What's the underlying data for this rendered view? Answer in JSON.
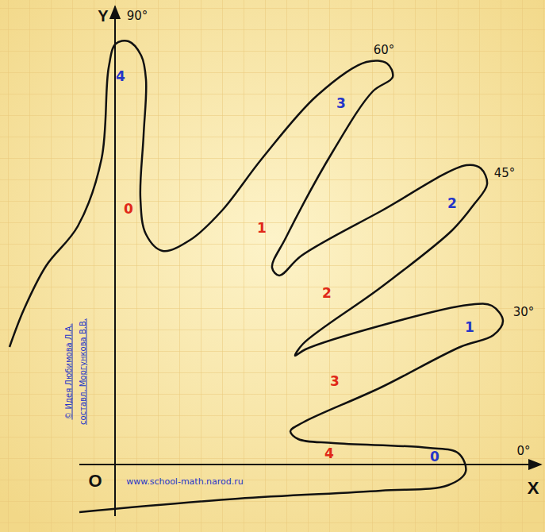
{
  "diagram": {
    "labels": [
      "Y",
      "90°",
      "60°",
      "45°",
      "30°",
      "0°",
      "4",
      "3",
      "2",
      "1",
      "0",
      "0",
      "1",
      "2",
      "3",
      "4",
      "O",
      "X",
      "www.school-math.narod.ru",
      "© Идея Любимова Л.А.",
      "составл. Моргункова В.В."
    ]
  }
}
